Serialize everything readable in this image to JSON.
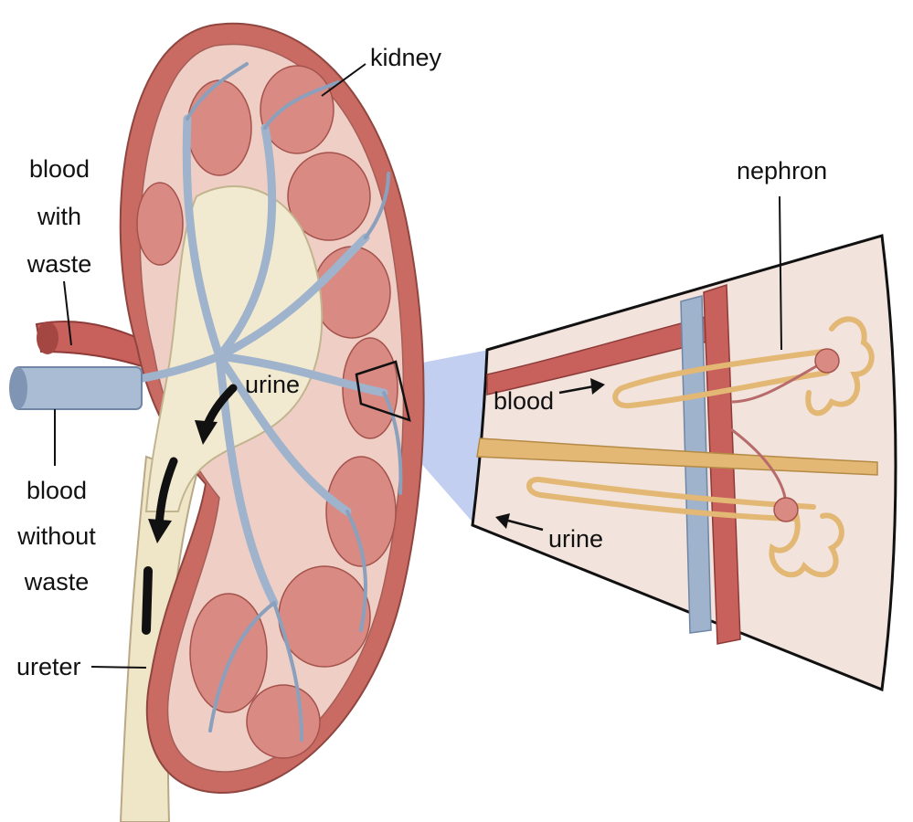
{
  "labels": {
    "kidney": "kidney",
    "blood_with_waste": [
      "blood",
      "with",
      "waste"
    ],
    "blood_without_waste": [
      "blood",
      "without",
      "waste"
    ],
    "ureter": "ureter",
    "urine_main": "urine",
    "nephron": "nephron",
    "blood_inset": "blood",
    "urine_inset": "urine"
  },
  "colors": {
    "kidney_capsule": "#c96b62",
    "kidney_interior": "#efcfc5",
    "pyramid": "#d98b83",
    "pelvis": "#f1ead0",
    "vein": "#9fb3cc",
    "artery": "#c8605c",
    "nephron_tubule": "#e2b874",
    "zoom_fill": "#b7c7ee"
  }
}
